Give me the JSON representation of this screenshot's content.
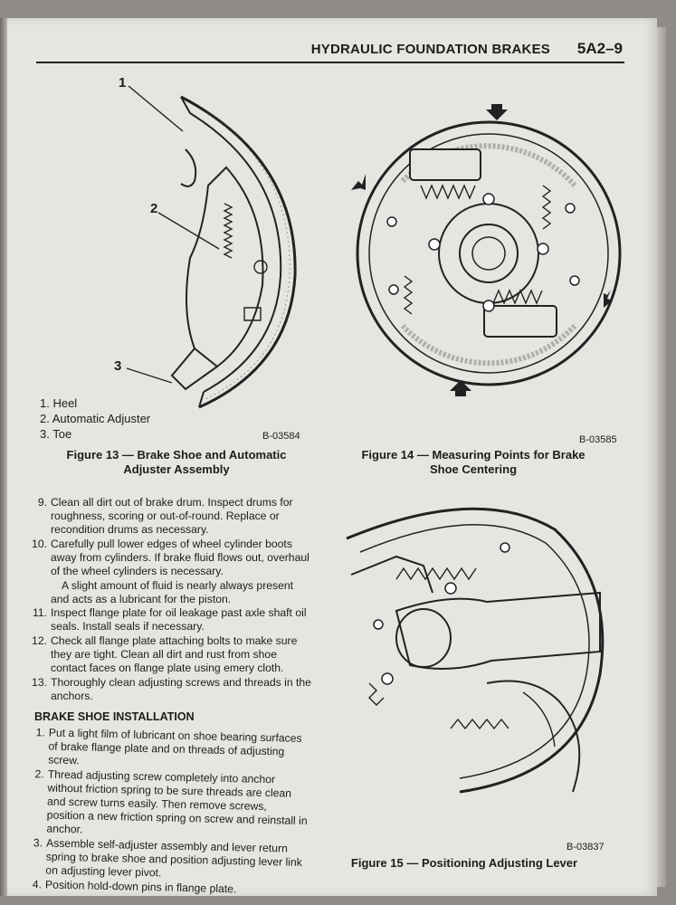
{
  "header": {
    "title": "HYDRAULIC FOUNDATION BRAKES",
    "page": "5A2–9"
  },
  "figure13": {
    "callouts": [
      "1",
      "2",
      "3"
    ],
    "legend": [
      "1. Heel",
      "2. Automatic Adjuster",
      "3. Toe"
    ],
    "code": "B-03584",
    "caption_line1": "Figure 13 — Brake Shoe and Automatic",
    "caption_line2": "Adjuster Assembly"
  },
  "figure14": {
    "code": "B-03585",
    "caption_line1": "Figure 14 — Measuring Points for Brake",
    "caption_line2": "Shoe Centering"
  },
  "figure15": {
    "code": "B-03837",
    "caption": "Figure 15 — Positioning Adjusting Lever"
  },
  "steps": [
    {
      "num": "9.",
      "text": "Clean all dirt out of brake drum. Inspect drums for roughness, scoring or out-of-round. Replace or recondition drums as necessary."
    },
    {
      "num": "10.",
      "text": "Carefully pull lower edges of wheel cylinder boots away from cylinders. If brake fluid flows out, overhaul of the wheel cylinders is necessary."
    },
    {
      "num": "",
      "text": "A slight amount of fluid is nearly always present and acts as a lubricant for the piston."
    },
    {
      "num": "11.",
      "text": "Inspect flange plate for oil leakage past axle shaft oil seals. Install seals if necessary."
    },
    {
      "num": "12.",
      "text": "Check all flange plate attaching bolts to make sure they are tight. Clean all dirt and rust from shoe contact faces on flange plate using emery cloth."
    },
    {
      "num": "13.",
      "text": "Thoroughly clean adjusting screws and threads in the anchors."
    }
  ],
  "installation": {
    "heading": "BRAKE SHOE INSTALLATION",
    "steps": [
      {
        "num": "1.",
        "text": "Put a light film of lubricant on shoe bearing surfaces of brake flange plate and on threads of adjusting screw."
      },
      {
        "num": "2.",
        "text": "Thread adjusting screw completely into anchor without friction spring to be sure threads are clean and screw turns easily. Then remove screws, position a new friction spring on screw and reinstall in anchor."
      },
      {
        "num": "3.",
        "text": "Assemble self-adjuster assembly and lever return spring to brake shoe and position adjusting lever link on adjusting lever pivot."
      },
      {
        "num": "4.",
        "text": "Position hold-down pins in flange plate."
      }
    ]
  }
}
